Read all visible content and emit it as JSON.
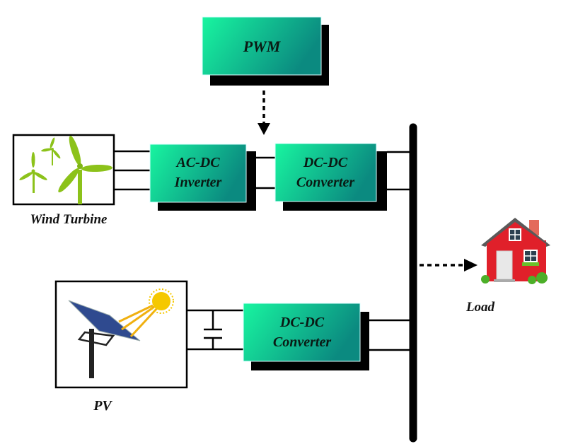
{
  "diagram": {
    "title": "Hybrid wind/PV DC microgrid block diagram",
    "colors": {
      "block_gradient_start": "#18f5a0",
      "block_gradient_end": "#0b8a80",
      "block_shadow": "#000000",
      "wire": "#000000",
      "bus": "#000000",
      "turbine_green": "#8cc21a",
      "panel_blue": "#2f4a8f",
      "sun_yellow": "#f5c800",
      "ray_orange": "#f0b010",
      "house_red": "#e0202a",
      "roof_gray": "#5a5a5a",
      "chimney": "#e46a5a"
    },
    "blocks": {
      "pwm": {
        "line1": "PWM"
      },
      "acdc": {
        "line1": "AC-DC",
        "line2": "Inverter"
      },
      "dcdc_wind": {
        "line1": "DC-DC",
        "line2": "Converter"
      },
      "dcdc_pv": {
        "line1": "DC-DC",
        "line2": "Converter"
      }
    },
    "labels": {
      "wind": "Wind Turbine",
      "pv": "PV",
      "load": "Load"
    },
    "icons": {
      "wind": "wind-turbines-icon",
      "pv": "solar-panel-sun-icon",
      "load": "house-icon"
    },
    "connections": [
      {
        "from": "PWM",
        "to": "DC-DC Converter (wind)",
        "style": "dotted-arrow"
      },
      {
        "from": "Wind Turbine",
        "to": "AC-DC Inverter",
        "wires": 3
      },
      {
        "from": "AC-DC Inverter",
        "to": "DC-DC Converter (wind)",
        "wires": 2
      },
      {
        "from": "DC-DC Converter (wind)",
        "to": "DC Bus",
        "wires": 2
      },
      {
        "from": "PV",
        "to": "DC-DC Converter (PV)",
        "wires": 2,
        "element": "capacitor"
      },
      {
        "from": "DC-DC Converter (PV)",
        "to": "DC Bus",
        "wires": 2
      },
      {
        "from": "DC Bus",
        "to": "Load",
        "style": "dotted-arrow"
      }
    ]
  }
}
